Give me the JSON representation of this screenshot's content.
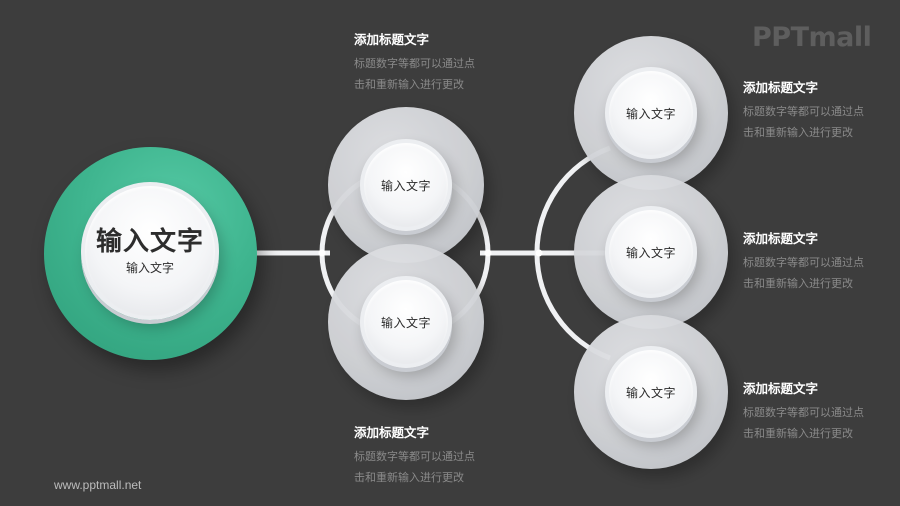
{
  "brand": {
    "logo_text": "PPTmall",
    "footer_url": "www.pptmall.net"
  },
  "colors": {
    "background": "#3d3d3d",
    "accent_green": "#3fb58f",
    "disc_grey": "#d3d5d9",
    "knob_white": "#f4f5f7",
    "connector": "#f0f1f3",
    "title_text": "#ffffff",
    "body_text": "#8a8a8a"
  },
  "root": {
    "main_label": "输入文字",
    "sub_label": "输入文字"
  },
  "level1": [
    {
      "label": "输入文字"
    },
    {
      "label": "输入文字"
    }
  ],
  "level2": [
    {
      "label": "输入文字"
    },
    {
      "label": "输入文字"
    },
    {
      "label": "输入文字"
    }
  ],
  "text_blocks": {
    "mid_top": {
      "title": "添加标题文字",
      "line1": "标题数字等都可以通过点",
      "line2": "击和重新输入进行更改"
    },
    "mid_bottom": {
      "title": "添加标题文字",
      "line1": "标题数字等都可以通过点",
      "line2": "击和重新输入进行更改"
    },
    "right_1": {
      "title": "添加标题文字",
      "line1": "标题数字等都可以通过点",
      "line2": "击和重新输入进行更改"
    },
    "right_2": {
      "title": "添加标题文字",
      "line1": "标题数字等都可以通过点",
      "line2": "击和重新输入进行更改"
    },
    "right_3": {
      "title": "添加标题文字",
      "line1": "标题数字等都可以通过点",
      "line2": "击和重新输入进行更改"
    }
  }
}
